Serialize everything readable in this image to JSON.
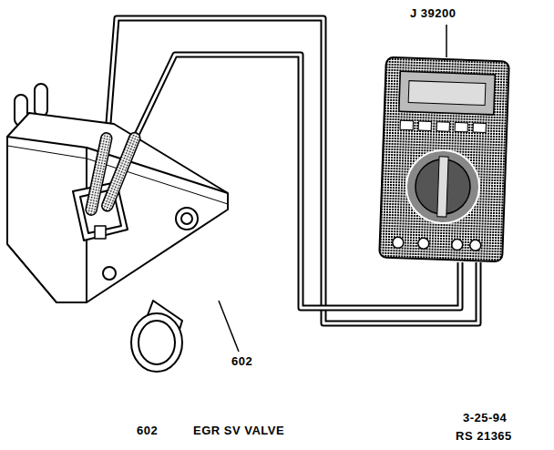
{
  "diagram": {
    "labels": [
      "J 39200",
      "602",
      "602",
      "EGR SV VALVE",
      "3-25-94",
      "RS 21365"
    ]
  }
}
